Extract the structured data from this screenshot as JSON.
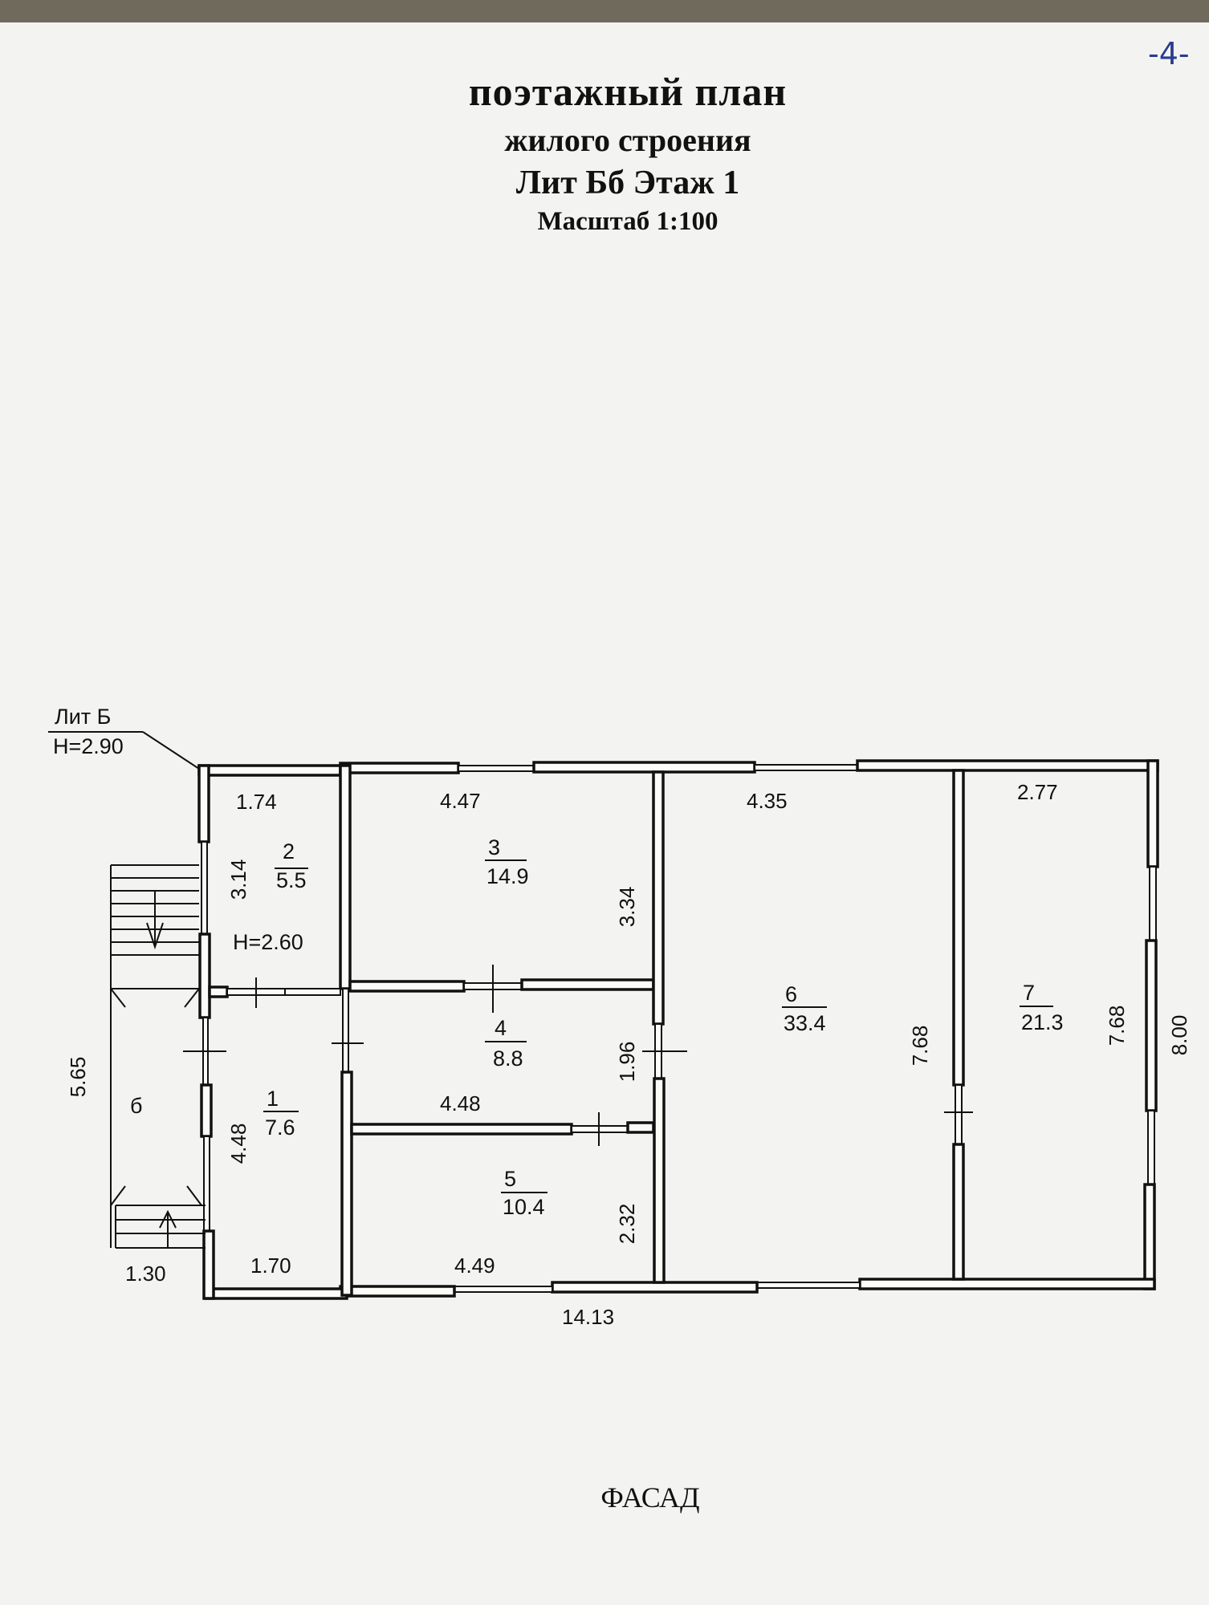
{
  "header": {
    "title": "поэтажный план",
    "subtitle": "жилого строения",
    "building": "Лит Бб  Этаж 1",
    "scale": "Масштаб 1:100"
  },
  "page_number": "-4-",
  "footer": {
    "facade": "ФАСАД"
  },
  "plan": {
    "outer_label_name": "Лит Б",
    "outer_label_height": "H=2.90",
    "inner_height": "H=2.60",
    "porch_label": "б",
    "rooms": [
      {
        "number": "1",
        "area": "7.6"
      },
      {
        "number": "2",
        "area": "5.5"
      },
      {
        "number": "3",
        "area": "14.9"
      },
      {
        "number": "4",
        "area": "8.8"
      },
      {
        "number": "5",
        "area": "10.4"
      },
      {
        "number": "6",
        "area": "33.4"
      },
      {
        "number": "7",
        "area": "21.3"
      }
    ],
    "dimensions": {
      "room2_width": "1.74",
      "room2_height": "3.14",
      "room3_width": "4.47",
      "room3_height": "3.34",
      "room6_width": "4.35",
      "room6_height": "7.68",
      "room7_width": "2.77",
      "room7_height": "7.68",
      "overall_height": "8.00",
      "room4_width": "4.48",
      "room4_height": "1.96",
      "room1_height": "4.48",
      "room1_width": "1.70",
      "room5_width": "4.49",
      "room5_height": "2.32",
      "porch_height": "5.65",
      "porch_width": "1.30",
      "overall_width": "14.13"
    }
  }
}
